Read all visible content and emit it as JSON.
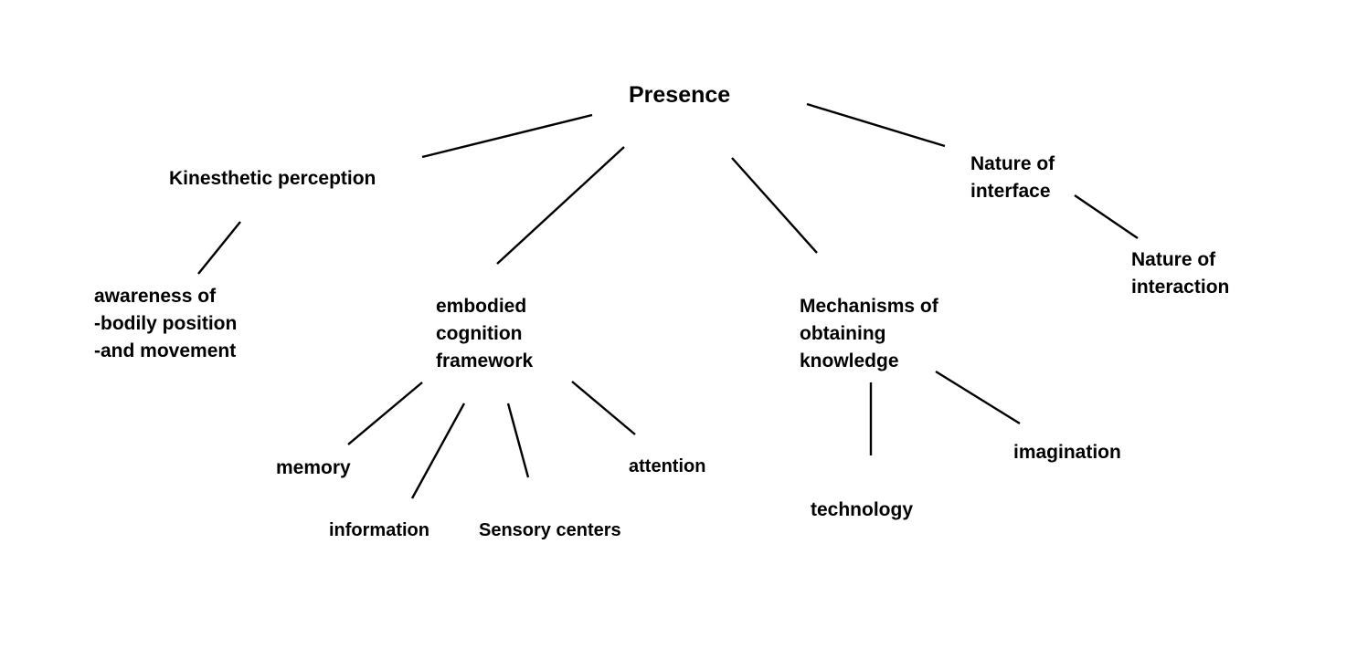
{
  "diagram": {
    "type": "concept-map",
    "root": {
      "id": "presence",
      "label": "Presence"
    },
    "nodes": [
      {
        "id": "presence",
        "lines": [
          "Presence"
        ]
      },
      {
        "id": "kinesthetic",
        "lines": [
          "Kinesthetic perception"
        ]
      },
      {
        "id": "awareness",
        "lines": [
          "awareness of",
          "-bodily position",
          "-and movement"
        ]
      },
      {
        "id": "embodied",
        "lines": [
          "embodied",
          "cognition",
          "framework"
        ]
      },
      {
        "id": "memory",
        "lines": [
          "memory"
        ]
      },
      {
        "id": "information",
        "lines": [
          "information"
        ]
      },
      {
        "id": "sensory",
        "lines": [
          "Sensory centers"
        ]
      },
      {
        "id": "attention",
        "lines": [
          "attention"
        ]
      },
      {
        "id": "mechanisms",
        "lines": [
          "Mechanisms of",
          "obtaining",
          "knowledge"
        ]
      },
      {
        "id": "technology",
        "lines": [
          "technology"
        ]
      },
      {
        "id": "imagination",
        "lines": [
          "imagination"
        ]
      },
      {
        "id": "interface",
        "lines": [
          "Nature of",
          "interface"
        ]
      },
      {
        "id": "interaction",
        "lines": [
          "Nature of",
          "interaction"
        ]
      }
    ],
    "edges": [
      {
        "from": "presence",
        "to": "kinesthetic"
      },
      {
        "from": "presence",
        "to": "embodied"
      },
      {
        "from": "presence",
        "to": "mechanisms"
      },
      {
        "from": "presence",
        "to": "interface"
      },
      {
        "from": "kinesthetic",
        "to": "awareness"
      },
      {
        "from": "embodied",
        "to": "memory"
      },
      {
        "from": "embodied",
        "to": "information"
      },
      {
        "from": "embodied",
        "to": "sensory"
      },
      {
        "from": "embodied",
        "to": "attention"
      },
      {
        "from": "mechanisms",
        "to": "technology"
      },
      {
        "from": "mechanisms",
        "to": "imagination"
      },
      {
        "from": "interface",
        "to": "interaction"
      }
    ]
  },
  "colors": {
    "background": "#ffffff",
    "text": "#000000",
    "line": "#000000"
  }
}
